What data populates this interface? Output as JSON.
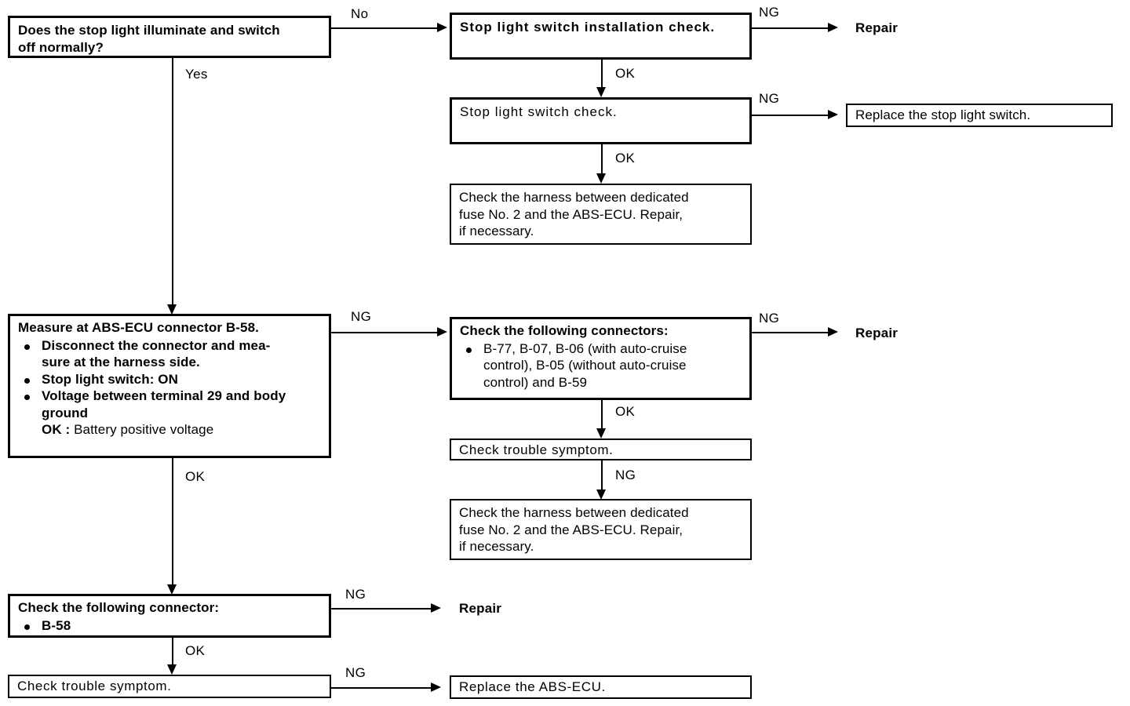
{
  "diagram": {
    "title": "ABS stop light switch system circuit troubleshooting flowchart",
    "type": "flowchart",
    "nodes": {
      "q_stop_light": {
        "text_line1": "Does the stop light illuminate and switch",
        "text_line2": "off normally?",
        "style": "bold-box"
      },
      "stop_light_switch_installation_check": {
        "text": "Stop light switch installation check.",
        "style": "bold-box"
      },
      "stop_light_switch_check": {
        "text": "Stop light switch check.",
        "style": "bold-box"
      },
      "harness_check_upper": {
        "line1": "Check the harness between dedicated",
        "line2": "fuse No. 2 and the ABS-ECU. Repair,",
        "line3": "if necessary.",
        "style": "thin-box"
      },
      "repair_top": {
        "text": "Repair",
        "style": "terminal-bold"
      },
      "replace_stop_light_switch": {
        "text": "Replace the stop light switch.",
        "style": "thin-box"
      },
      "measure_abs_ecu": {
        "header": "Measure at ABS-ECU connector B-58.",
        "bullets": [
          "Disconnect the connector and mea-sure at the harness side.",
          "Stop light switch: ON",
          "Voltage between terminal 29 and body ground"
        ],
        "bullet1_line1": "Disconnect the connector and mea-",
        "bullet1_line2": "sure at the harness side.",
        "bullet2": "Stop light switch: ON",
        "bullet3_line1": "Voltage between terminal 29 and body",
        "bullet3_line2": "ground",
        "ok_label": "OK :",
        "ok_value": " Battery positive voltage",
        "style": "bold-box"
      },
      "check_connectors_multi": {
        "header": "Check the following connectors:",
        "bullet_line1": "B-77, B-07, B-06 (with auto-cruise",
        "bullet_line2": "control), B-05 (without auto-cruise",
        "bullet_line3": "control) and B-59",
        "style": "bold-box"
      },
      "repair_middle": {
        "text": "Repair",
        "style": "terminal-bold"
      },
      "check_trouble_symptom_middle": {
        "text": "Check trouble symptom.",
        "style": "thin-box"
      },
      "harness_check_lower": {
        "line1": "Check the harness between dedicated",
        "line2": "fuse No. 2 and the ABS-ECU. Repair,",
        "line3": "if necessary.",
        "style": "thin-box"
      },
      "check_connector_b58": {
        "header": "Check the following connector:",
        "bullet": "B-58",
        "style": "bold-box"
      },
      "repair_bottom": {
        "text": "Repair",
        "style": "terminal-bold"
      },
      "check_trouble_symptom_bottom": {
        "text": "Check trouble symptom.",
        "style": "thin-box"
      },
      "replace_abs_ecu": {
        "text": "Replace the ABS-ECU.",
        "style": "thin-box"
      }
    },
    "edge_labels": {
      "no_top": "No",
      "yes_left": "Yes",
      "ng_1": "NG",
      "ok_1": "OK",
      "ng_2": "NG",
      "ok_2": "OK",
      "ng_3": "NG",
      "ng_4": "NG",
      "ok_3": "OK",
      "ng_5": "NG",
      "ok_4": "OK",
      "ng_6": "NG",
      "ok_5": "OK",
      "ng_7": "NG"
    },
    "colors": {
      "ink": "#000000",
      "paper": "#ffffff"
    }
  }
}
